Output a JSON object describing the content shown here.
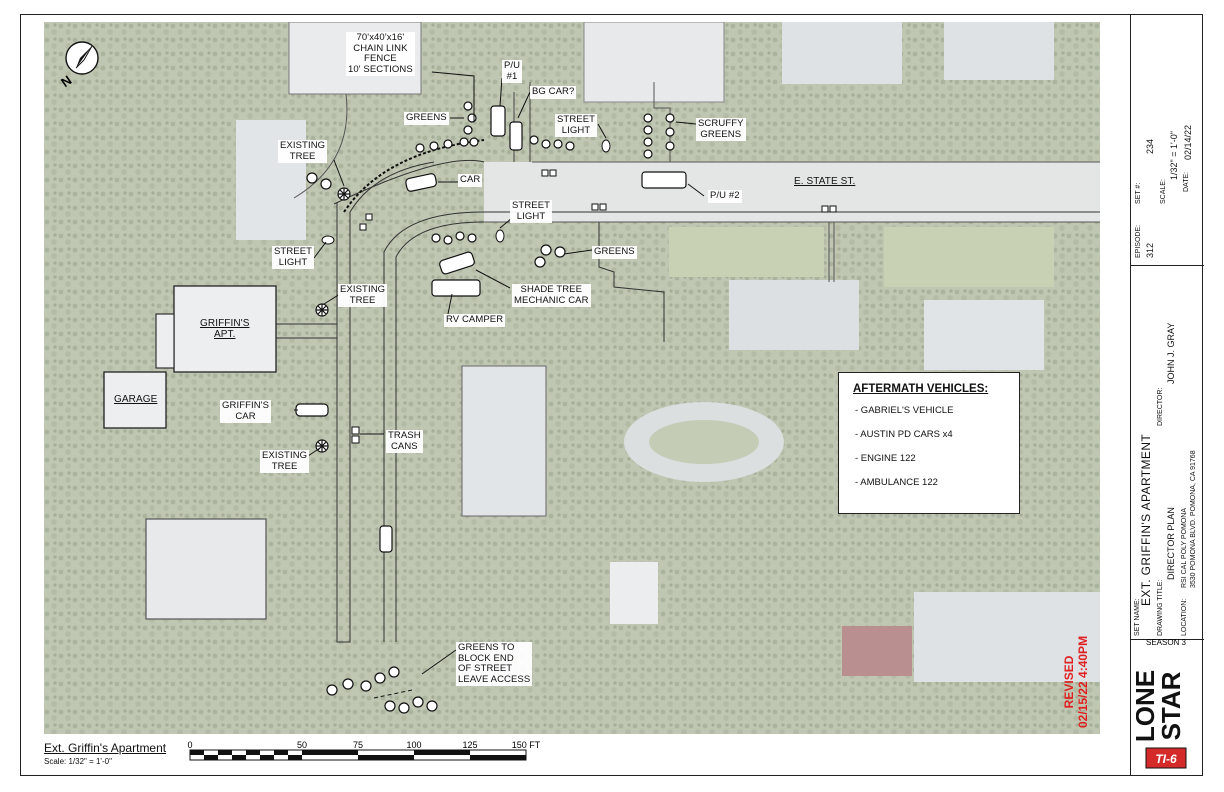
{
  "map_labels": {
    "fence": "70'x40'x16'\nCHAIN LINK\nFENCE\n10' SECTIONS",
    "pu1": "P/U\n#1",
    "bg_car": "BG CAR?",
    "greens_top": "GREENS",
    "street_light_top": "STREET\nLIGHT",
    "scruffy": "SCRUFFY\nGREENS",
    "existing_tree_top": "EXISTING\nTREE",
    "car": "CAR",
    "pu2": "P/U #2",
    "street_name": "E. STATE ST.",
    "street_light_mid": "STREET\nLIGHT",
    "greens_mid": "GREENS",
    "street_light_left": "STREET\nLIGHT",
    "existing_tree_mid": "EXISTING\nTREE",
    "shade_tree": "SHADE TREE\nMECHANIC CAR",
    "rv": "RV CAMPER",
    "griffins_apt": "GRIFFIN'S\nAPT.",
    "garage": "GARAGE",
    "griffins_car": "GRIFFIN'S\nCAR",
    "trash": "TRASH\nCANS",
    "existing_tree_low": "EXISTING\nTREE",
    "greens_end": "GREENS TO\nBLOCK END\nOF STREET\nLEAVE ACCESS"
  },
  "aftermath": {
    "title": "AFTERMATH VEHICLES:",
    "items": [
      "- GABRIEL'S VEHICLE",
      "- AUSTIN PD CARS x4",
      "- ENGINE 122",
      "- AMBULANCE 122"
    ]
  },
  "revised": "REVISED\n02/15/22 4:40PM",
  "scale": {
    "title": "Ext. Griffin's Apartment",
    "subtitle": "Scale: 1/32\" = 1'-0\"",
    "ticks": [
      "0",
      "50",
      "75",
      "100",
      "125",
      "150 FT"
    ]
  },
  "title_block": {
    "episode_label": "EPISODE:",
    "episode": "312",
    "set_no_label": "SET #:",
    "set_no": "234",
    "scale_label": "SCALE:",
    "scale": "1/32\" = 1'-0\"",
    "date_label": "DATE:",
    "date": "02/14/22",
    "set_name_label": "SET NAME:",
    "set_name": "EXT. GRIFFIN'S APARTMENT",
    "drawing_title_label": "DRAWING TITLE:",
    "drawing_title": "DIRECTOR PLAN",
    "director_label": "DIRECTOR:",
    "director": "JOHN J. GRAY",
    "location_label": "LOCATION:",
    "location_line1": "RSI CAL POLY POMONA",
    "location_line2": "3530 POMONA BLVD. POMONA, CA 91768",
    "season": "SEASON 3",
    "logo_line1": "LONE",
    "logo_line2": "STAR",
    "logo_badge": "TI-6"
  },
  "colors": {
    "revised": "#e02020",
    "logo": "#111111",
    "badge": "#d42a2a"
  }
}
